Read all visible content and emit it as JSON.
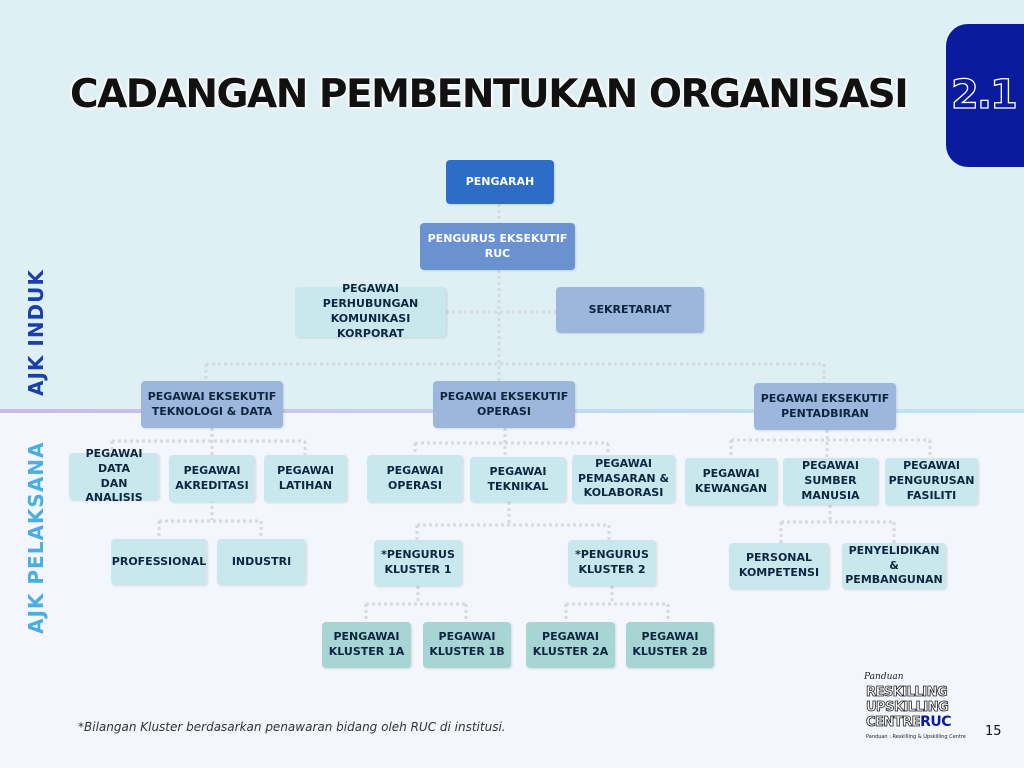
{
  "title": "CADANGAN PEMBENTUKAN ORGANISASI",
  "section_number": "2.1",
  "side_labels": {
    "upper": "AJK INDUK",
    "lower": "AJK PELAKSANA"
  },
  "nodes": {
    "pengarah": "PENGARAH",
    "pengurus_eksekutif": "PENGURUS EKSEKUTIF\nRUC",
    "pegawai_perhubungan": "PEGAWAI PERHUBUNGAN\nKOMUNIKASI KORPORAT",
    "sekretariat": "SEKRETARIAT",
    "pe_teknologi": "PEGAWAI EKSEKUTIF\nTEKNOLOGI & DATA",
    "pe_operasi": "PEGAWAI EKSEKUTIF\nOPERASI",
    "pe_pentadbiran": "PEGAWAI EKSEKUTIF\nPENTADBIRAN",
    "data_analisis": "PEGAWAI DATA\nDAN ANALISIS",
    "akreditasi": "PEGAWAI\nAKREDITASI",
    "latihan": "PEGAWAI\nLATIHAN",
    "operasi": "PEGAWAI\nOPERASI",
    "teknikal": "PEGAWAI\nTEKNIKAL",
    "pemasaran": "PEGAWAI\nPEMASARAN &\nKOLABORASI",
    "kewangan": "PEGAWAI\nKEWANGAN",
    "sumber_manusia": "PEGAWAI\nSUMBER\nMANUSIA",
    "pengurusan_fasiliti": "PEGAWAI\nPENGURUSAN\nFASILITI",
    "professional": "PROFESSIONAL",
    "industri": "INDUSTRI",
    "pengurus_kluster_1": "*PENGURUS\nKLUSTER 1",
    "pengurus_kluster_2": "*PENGURUS\nKLUSTER 2",
    "personal_kompetensi": "PERSONAL\nKOMPETENSI",
    "penyelidikan": "PENYELIDIKAN &\nPEMBANGUNAN",
    "kluster_1a": "PENGAWAI\nKLUSTER 1A",
    "kluster_1b": "PEGAWAI\nKLUSTER 1B",
    "kluster_2a": "PEGAWAI\nKLUSTER 2A",
    "kluster_2b": "PEGAWAI\nKLUSTER 2B"
  },
  "footnote": "*Bilangan Kluster berdasarkan penawaran bidang oleh RUC di institusi.",
  "logo": {
    "script_word": "Panduan",
    "line1": "RESKILLING",
    "line2": "UPSKILLING",
    "line3a": "CENTRE",
    "line3b": "RUC",
    "tagline": "Panduan : Reskilling & Upskilling Centre"
  },
  "page_number": "15",
  "colors": {
    "title_tab": "#0a1a9c",
    "node_dark": "#2d6dc8",
    "node_mid": "#6b92d0",
    "node_steel": "#9db7dc",
    "node_light": "#c9e8ee",
    "node_teal": "#a6d5d4",
    "label_induk": "#1a3fa8",
    "label_pelaksana": "#4aaee0"
  }
}
